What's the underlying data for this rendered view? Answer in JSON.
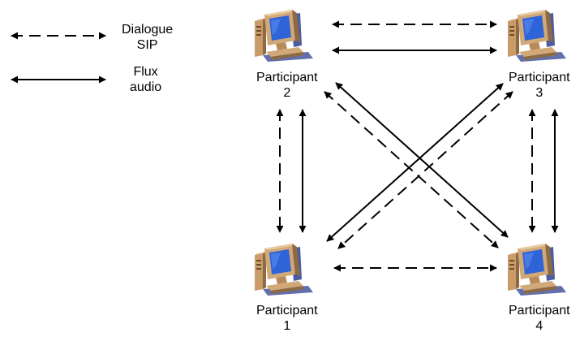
{
  "legend": [
    {
      "style": "dashed",
      "line1": "Dialogue",
      "line2": "SIP"
    },
    {
      "style": "solid",
      "line1": "Flux",
      "line2": "audio"
    }
  ],
  "participants": [
    {
      "id": "p1",
      "name": "Participant",
      "number": "1"
    },
    {
      "id": "p2",
      "name": "Participant",
      "number": "2"
    },
    {
      "id": "p3",
      "name": "Participant",
      "number": "3"
    },
    {
      "id": "p4",
      "name": "Participant",
      "number": "4"
    }
  ],
  "connections": [
    {
      "from": "p2",
      "to": "p3",
      "type": "sip"
    },
    {
      "from": "p2",
      "to": "p3",
      "type": "audio"
    },
    {
      "from": "p1",
      "to": "p4",
      "type": "sip"
    },
    {
      "from": "p2",
      "to": "p1",
      "type": "sip"
    },
    {
      "from": "p2",
      "to": "p1",
      "type": "audio"
    },
    {
      "from": "p3",
      "to": "p4",
      "type": "sip"
    },
    {
      "from": "p3",
      "to": "p4",
      "type": "audio"
    },
    {
      "from": "p2",
      "to": "p4",
      "type": "sip"
    },
    {
      "from": "p2",
      "to": "p4",
      "type": "audio"
    },
    {
      "from": "p3",
      "to": "p1",
      "type": "sip"
    },
    {
      "from": "p3",
      "to": "p1",
      "type": "audio"
    }
  ],
  "colors": {
    "monitor_body": "#d1a878",
    "monitor_dark": "#8e6a43",
    "screen": "#2f63d8",
    "shadow": "#2d3f8f",
    "line": "#000000"
  },
  "icon": "desktop-computer-icon"
}
